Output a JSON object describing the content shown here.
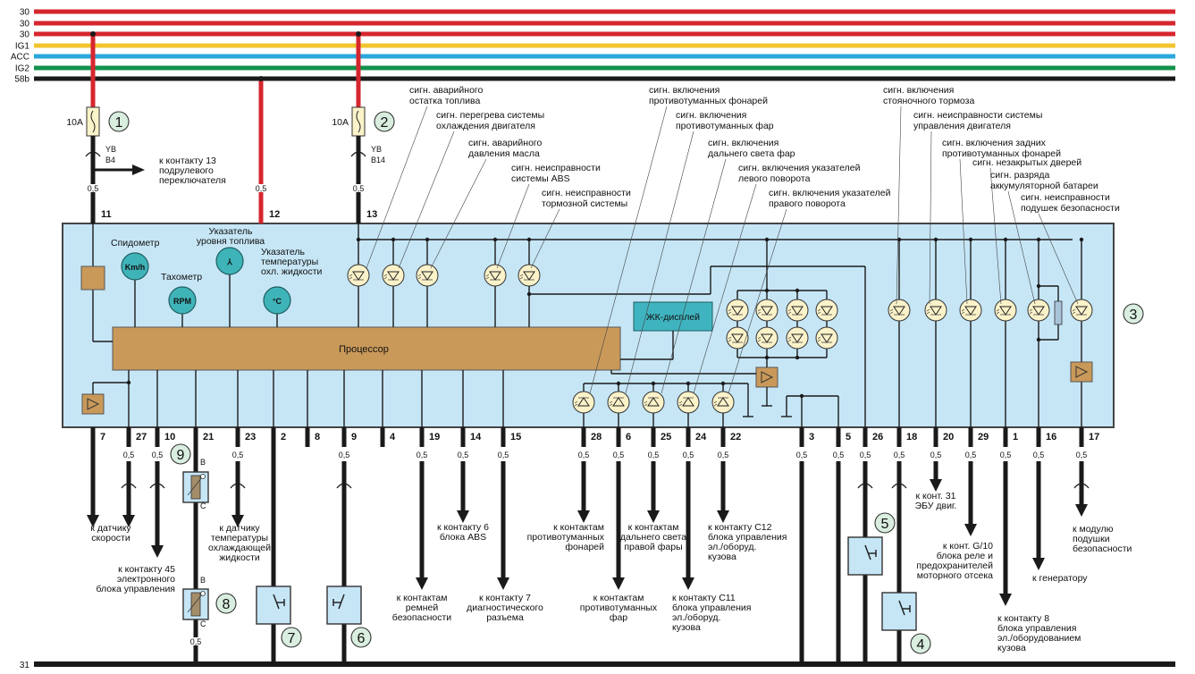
{
  "colors": {
    "bus_30": "#d6262e",
    "bus_ig1": "#f2c530",
    "bus_acc": "#2aa7dc",
    "bus_ig2": "#12924b",
    "bus_58b": "#1a1a1a",
    "panel_bg": "#c6e6f6",
    "processor": "#c9995a",
    "gauge": "#3fb4b8",
    "lamp": "#fbf2c9",
    "lcd": "#3fb4c0",
    "callout": "#d9eedf",
    "fuse": "#fbf3c9",
    "ground": "#1a1a1a"
  },
  "buses": [
    {
      "label": "30",
      "color": "bus_30"
    },
    {
      "label": "30",
      "color": "bus_30"
    },
    {
      "label": "30",
      "color": "bus_30"
    },
    {
      "label": "IG1",
      "color": "bus_ig1"
    },
    {
      "label": "ACC",
      "color": "bus_acc"
    },
    {
      "label": "IG2",
      "color": "bus_ig2"
    },
    {
      "label": "58b",
      "color": "bus_58b"
    }
  ],
  "ground_label": "31",
  "fuses": [
    {
      "rating": "10A",
      "callout": "1",
      "wire_code": "YB",
      "connector": "B4",
      "gauge": "0,5",
      "pin": "11"
    },
    {
      "rating": "10A",
      "callout": "2",
      "wire_code": "YB",
      "connector": "B14",
      "gauge": "0,5",
      "pin": "13"
    }
  ],
  "pin12": {
    "gauge": "0,5",
    "pin": "12"
  },
  "fuse1_branch": "к контакту 13\nподрулевого\nпереключателя",
  "panel_callout": "3",
  "gauges": [
    {
      "label": "Спидометр",
      "glyph": "Km/h"
    },
    {
      "label": "Тахометр",
      "glyph": "RPM"
    },
    {
      "label": "Указатель\nуровня топлива",
      "glyph": "⅄"
    },
    {
      "label": "Указатель\nтемпературы\nохл. жидкости",
      "glyph": "°C"
    }
  ],
  "processor_label": "Процессор",
  "lcd_label": "ЖК-дисплей",
  "top_signals": [
    "сигн. аварийного\nостатка топлива",
    "сигн. перегрева системы\nохлаждения двигателя",
    "сигн. аварийного\nдавления масла",
    "сигн. неисправности\nсистемы ABS",
    "сигн. неисправности\nтормозной системы",
    "сигн. включения\nпротивотуманных фонарей",
    "сигн. включения\nпротивотуманных фар",
    "сигн. включения\nдальнего света фар",
    "сигн. включения указателей\nлевого поворота",
    "сигн. включения указателей\nправого поворота",
    "сигн. включения\nстояночного тормоза",
    "сигн. неисправности системы\nуправления двигателя",
    "сигн. включения задних\nпротивотуманных фонарей",
    "сигн. незакрытых дверей",
    "сигн. разряда\nаккумуляторной батареи",
    "сигн. неисправности\nподушек безопасности"
  ],
  "bottom_pins": [
    {
      "pin": "7",
      "gauge": ""
    },
    {
      "pin": "27",
      "gauge": "0,5"
    },
    {
      "pin": "10",
      "gauge": "0,5"
    },
    {
      "pin": "21",
      "gauge": ""
    },
    {
      "pin": "23",
      "gauge": "0,5"
    },
    {
      "pin": "2",
      "gauge": ""
    },
    {
      "pin": "8",
      "gauge": ""
    },
    {
      "pin": "9",
      "gauge": "0,5"
    },
    {
      "pin": "4",
      "gauge": ""
    },
    {
      "pin": "19",
      "gauge": "0,5"
    },
    {
      "pin": "14",
      "gauge": "0,5"
    },
    {
      "pin": "15",
      "gauge": "0,5"
    },
    {
      "pin": "28",
      "gauge": "0,5"
    },
    {
      "pin": "6",
      "gauge": "0,5"
    },
    {
      "pin": "25",
      "gauge": "0,5"
    },
    {
      "pin": "24",
      "gauge": "0,5"
    },
    {
      "pin": "22",
      "gauge": "0,5"
    },
    {
      "pin": "3",
      "gauge": "0,5"
    },
    {
      "pin": "5",
      "gauge": "0,5"
    },
    {
      "pin": "26",
      "gauge": "0,5"
    },
    {
      "pin": "18",
      "gauge": "0,5"
    },
    {
      "pin": "20",
      "gauge": "0,5"
    },
    {
      "pin": "29",
      "gauge": "0,5"
    },
    {
      "pin": "1",
      "gauge": "0,5"
    },
    {
      "pin": "16",
      "gauge": "0,5"
    },
    {
      "pin": "17",
      "gauge": "0,5"
    }
  ],
  "destinations": {
    "speed_sensor": "к датчику\nскорости",
    "ecu45": "к контакту 45\nэлектронного\nблока управления",
    "coolant_sensor": "к датчику\nтемпературы\nохлаждающей\nжидкости",
    "belts": "к контактам\nремней\nбезопасности",
    "abs6": "к контакту 6\nблока ABS",
    "diag7": "к контакту 7\nдиагностического\nразъема",
    "rear_fog": "к контактам\nпротивотуманных\nфонарей",
    "front_fog": "к контактам\nпротивотуманных\nфар",
    "high_beam": "к контактам\nдальнего света\nправой фары",
    "c11": "к контакту С11\nблока управления\nэл./оборуд.\nкузова",
    "c12": "к контакту С12\nблока управления\nэл./оборуд.\nкузова",
    "ecu31": "к конт. 31\nЭБУ двиг.",
    "g10": "к конт. G/10\nблока реле и\nпредохранителей\nмоторного отсека",
    "bcm8": "к контакту 8\nблока управления\nэл./оборудованием\nкузова",
    "generator": "к генератору",
    "airbag": "к модулю\nподушки\nбезопасности"
  },
  "sensor_terminals": {
    "top": "B",
    "bottom": "C"
  },
  "sensor8_gauge": "0,5",
  "component_callouts": [
    "4",
    "5",
    "6",
    "7",
    "8",
    "9"
  ]
}
